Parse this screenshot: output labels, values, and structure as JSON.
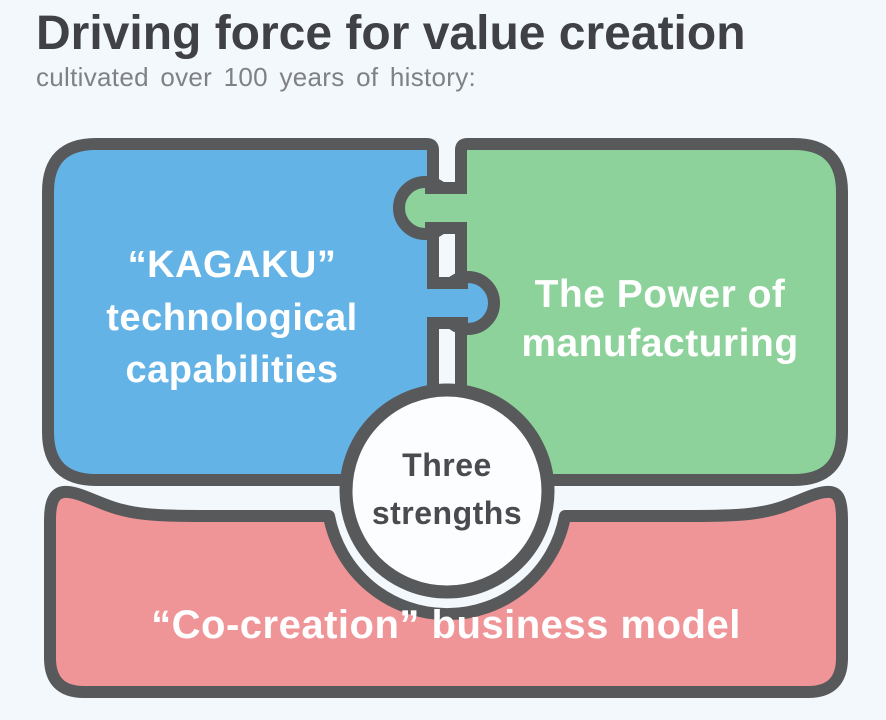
{
  "header": {
    "title": "Driving force for value creation",
    "subtitle": "cultivated over 100 years of history:"
  },
  "diagram": {
    "colors": {
      "background": "#f3f8fc",
      "outline": "#58595b",
      "blue": "#64b3e6",
      "green": "#8dd29a",
      "red": "#ef9598",
      "circle_fill": "#fbfdff",
      "text_light": "#ffffff",
      "text_dark": "#4a4b4e"
    },
    "pieces": {
      "blue": {
        "lines": [
          "“KAGAKU”",
          "technological",
          "capabilities"
        ]
      },
      "green": {
        "lines": [
          "The Power of",
          "manufacturing"
        ]
      },
      "red": {
        "label": "“Co-creation” business model"
      },
      "center": {
        "lines": [
          "Three",
          "strengths"
        ]
      }
    }
  }
}
